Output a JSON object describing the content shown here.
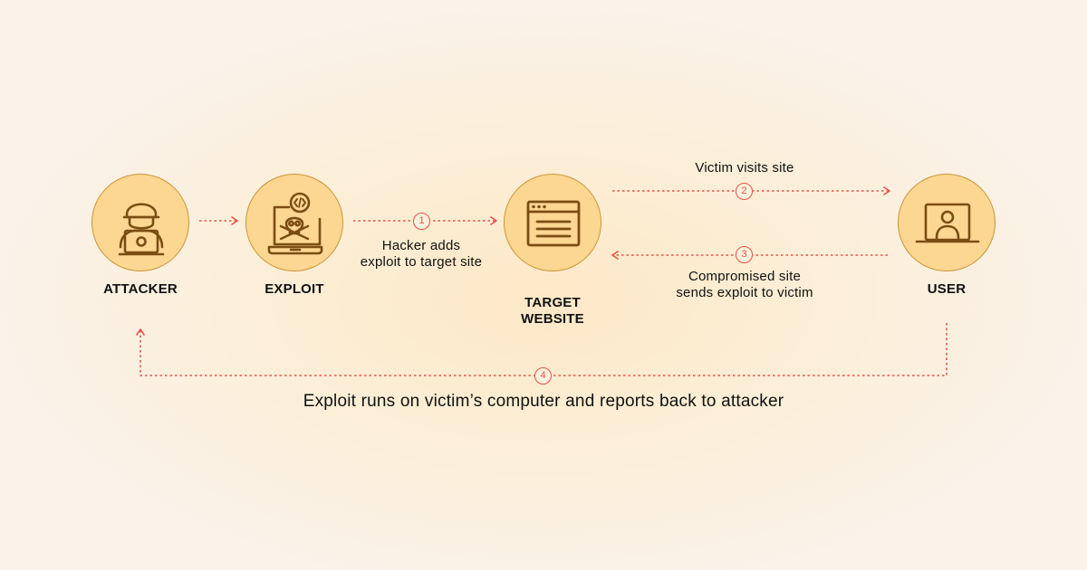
{
  "nodes": [
    {
      "id": "attacker",
      "label": "ATTACKER",
      "icon": "hooded-hacker-icon"
    },
    {
      "id": "exploit",
      "label": "EXPLOIT",
      "icon": "skull-laptop-icon"
    },
    {
      "id": "target",
      "label": "TARGET\nWEBSITE",
      "icon": "browser-window-icon"
    },
    {
      "id": "user",
      "label": "USER",
      "icon": "user-laptop-icon"
    }
  ],
  "steps": [
    {
      "number": "1",
      "label": "Hacker adds\nexploit to target site"
    },
    {
      "number": "2",
      "label": "Victim visits site"
    },
    {
      "number": "3",
      "label": "Compromised site\nsends exploit to victim"
    },
    {
      "number": "4",
      "label": "Exploit runs on victim’s computer and reports back to attacker"
    }
  ],
  "colors": {
    "arrow": "#e8524a",
    "node_fill": "#fcd792",
    "node_stroke": "#c99535",
    "icon": "#7a4d12"
  }
}
